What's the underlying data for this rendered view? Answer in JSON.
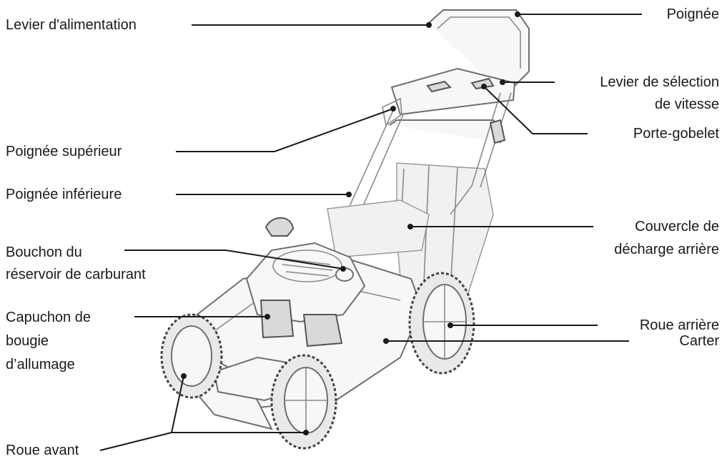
{
  "labels": {
    "power_lever": "Levier d'alimentation",
    "handle": "Poignée",
    "speed_lever_line1": "Levier de sélection",
    "speed_lever_line2": "de vitesse",
    "cup_holder": "Porte-gobelet",
    "upper_handle": "Poignée supérieur",
    "lower_handle": "Poignée inférieure",
    "fuel_cap_line1": "Bouchon du",
    "fuel_cap_line2": "réservoir de carburant",
    "rear_chute_line1": "Couvercle de",
    "rear_chute_line2": "décharge arrière",
    "spark_cap_line1": "Capuchon de",
    "spark_cap_line2": "bougie",
    "spark_cap_line3": "d’allumage",
    "rear_wheel": "Roue arrière",
    "deck": "Carter",
    "front_wheel": "Roue avant"
  }
}
